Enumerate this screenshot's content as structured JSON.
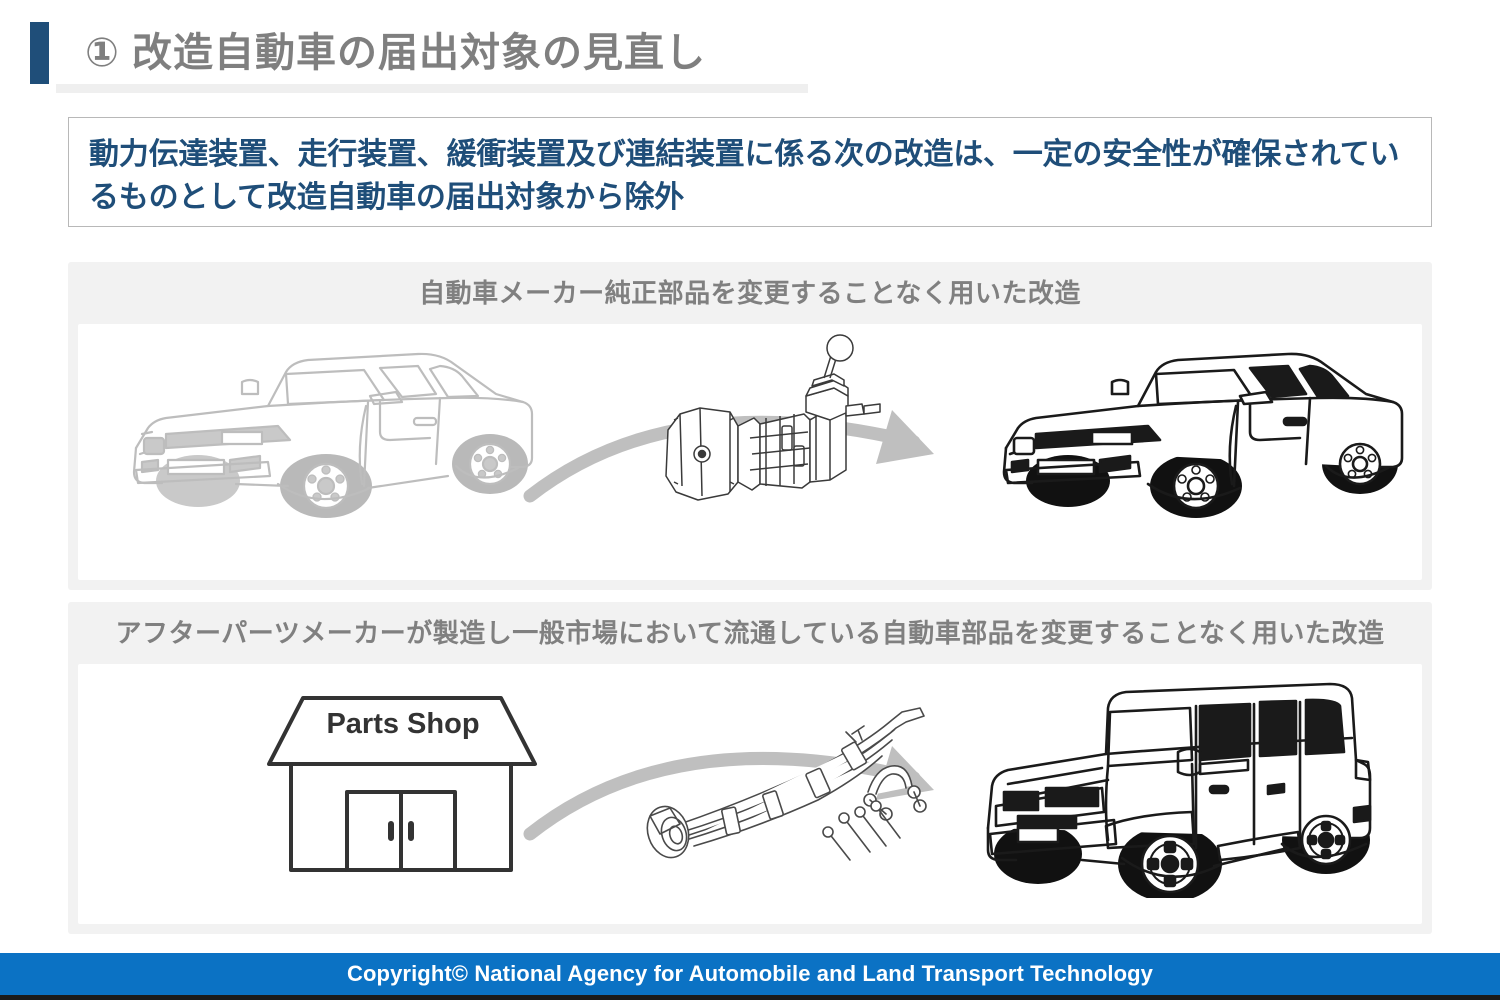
{
  "slide": {
    "title": "① 改造自動車の届出対象の見直し",
    "lead_statement": "動力伝達装置、走行装置、緩衝装置及び連結装置に係る次の改造は、一定の安全性が確保されているものとして改造自動車の届出対象から除外",
    "sections": [
      {
        "heading": "自動車メーカー純正部品を変更することなく用いた改造",
        "before_label": "coupe-car-before",
        "part_label": "manual-transmission-part",
        "after_label": "coupe-car-after"
      },
      {
        "heading": "アフターパーツメーカーが製造し一般市場において流通している自動車部品を変更することなく用いた改造",
        "before_label": "parts-shop-building",
        "shop_sign": "Parts Shop",
        "part_label": "leaf-spring-suspension-part",
        "after_label": "suv-car-after"
      }
    ],
    "footer": "Copyright© National Agency for Automobile and Land Transport Technology",
    "colors": {
      "title_accent": "#1f4e79",
      "title_text": "#7f7f7f",
      "lead_text": "#1f4e79",
      "panel_background": "#f2f2f2",
      "panel_heading_text": "#808080",
      "footer_background": "#0b72c4",
      "footer_text": "#ffffff",
      "arrow": "#bfbfbf",
      "art_before_outline": "#bdbdbd",
      "art_after_outline": "#1a1a1a"
    }
  }
}
